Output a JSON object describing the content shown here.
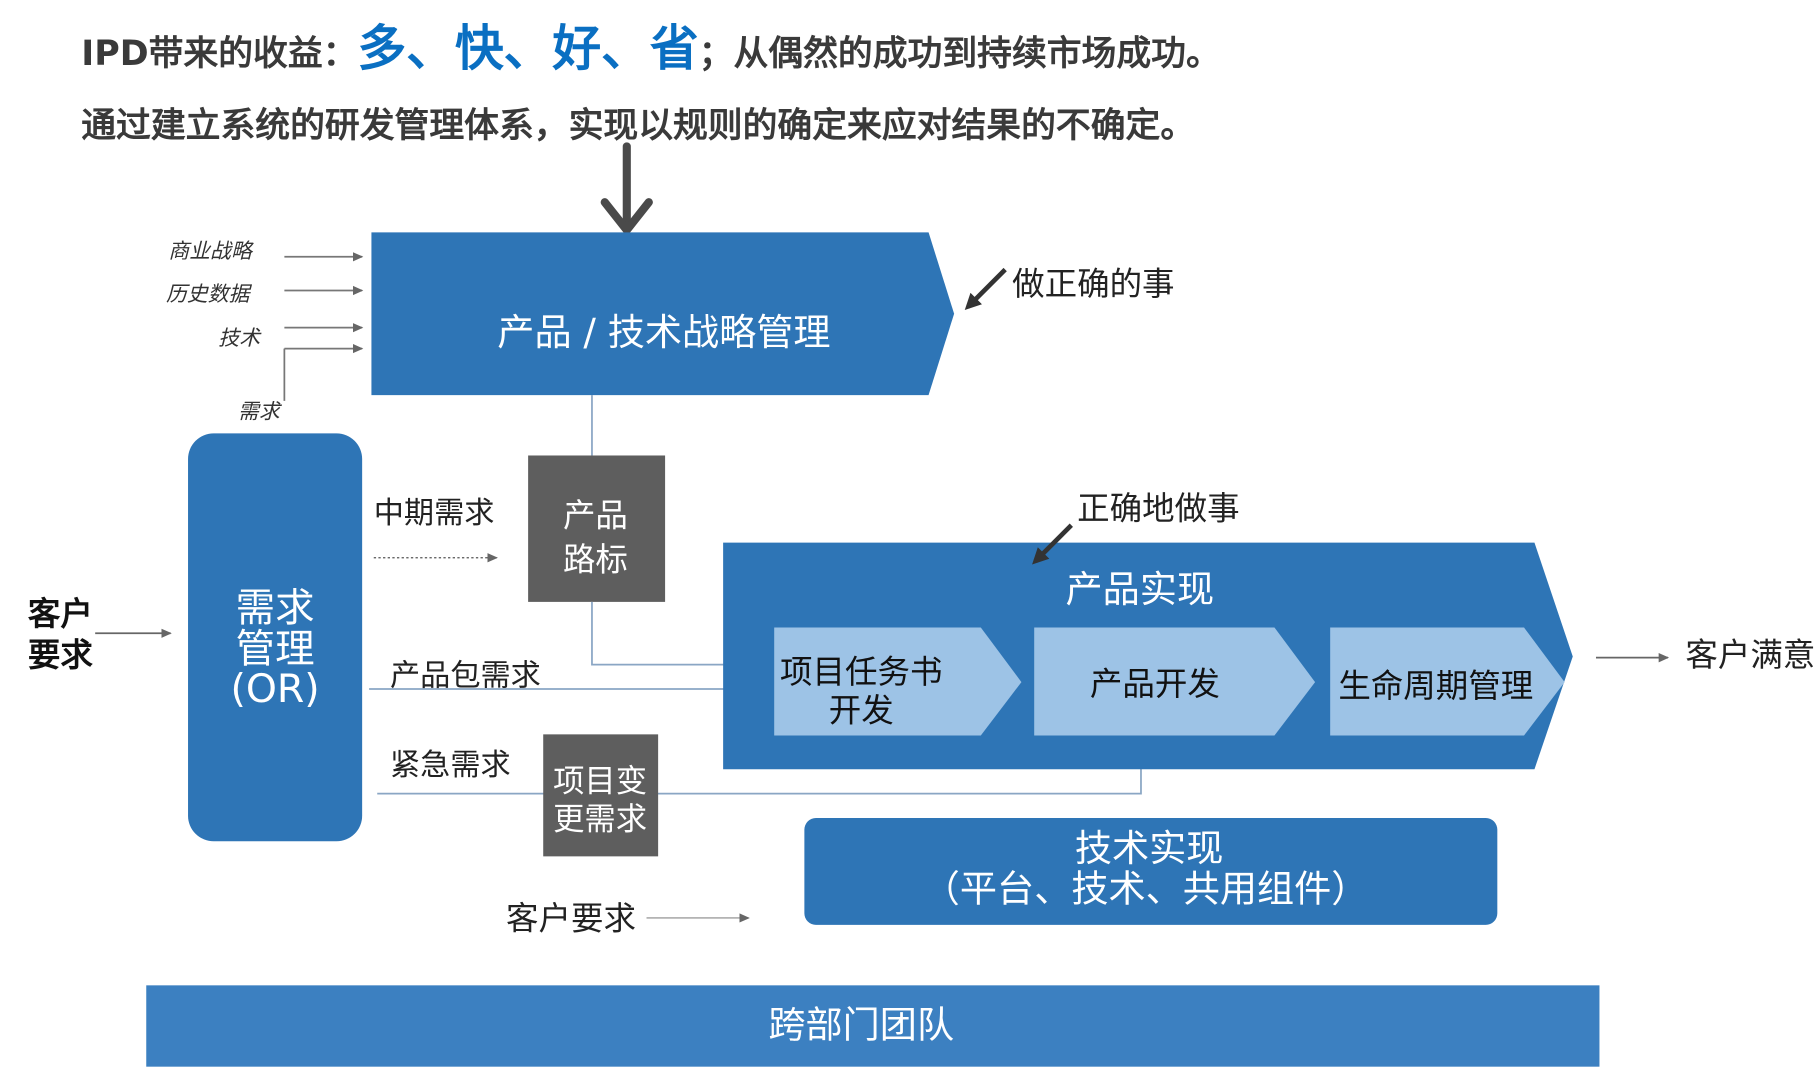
{
  "header": {
    "line1_prefix": "IPD带来的收益：",
    "line1_highlight": "多、快、好、省",
    "line1_suffix": "；从偶然的成功到持续市场成功。",
    "line2": "通过建立系统的研发管理体系，实现以规则的确定来应对结果的不确定。"
  },
  "strategy": {
    "title": "产品 / 技术战略管理",
    "inputs": [
      "商业战略",
      "历史数据",
      "技术"
    ],
    "demand_input": "需求",
    "annotation": "做正确的事"
  },
  "customer_requirement_left": [
    "客户",
    "要求"
  ],
  "demand_mgmt": {
    "lines": [
      "需求",
      "管理",
      "(OR)"
    ]
  },
  "flows": {
    "mid_term": "中期需求",
    "package": "产品包需求",
    "urgent": "紧急需求",
    "customer_requirement": "客户要求"
  },
  "roadmap": {
    "lines": [
      "产品",
      "路标"
    ]
  },
  "change_request": {
    "lines": [
      "项目变",
      "更需求"
    ]
  },
  "realization": {
    "title": "产品实现",
    "annotation": "正确地做事",
    "stages": [
      {
        "lines": [
          "项目任务书",
          "开发"
        ]
      },
      {
        "lines": [
          "产品开发"
        ]
      },
      {
        "lines": [
          "生命周期管理"
        ]
      }
    ]
  },
  "outcome": "客户满意",
  "tech": {
    "title": "技术实现",
    "subtitle": "（平台、技术、共用组件）"
  },
  "team": "跨部门团队",
  "colors": {
    "primary_blue": "#2E75B6",
    "stage_blue": "#9DC3E6",
    "gray_box": "#5E5E5E",
    "highlight_text": "#0A6FC2",
    "team_bar": "#3C80C1"
  }
}
